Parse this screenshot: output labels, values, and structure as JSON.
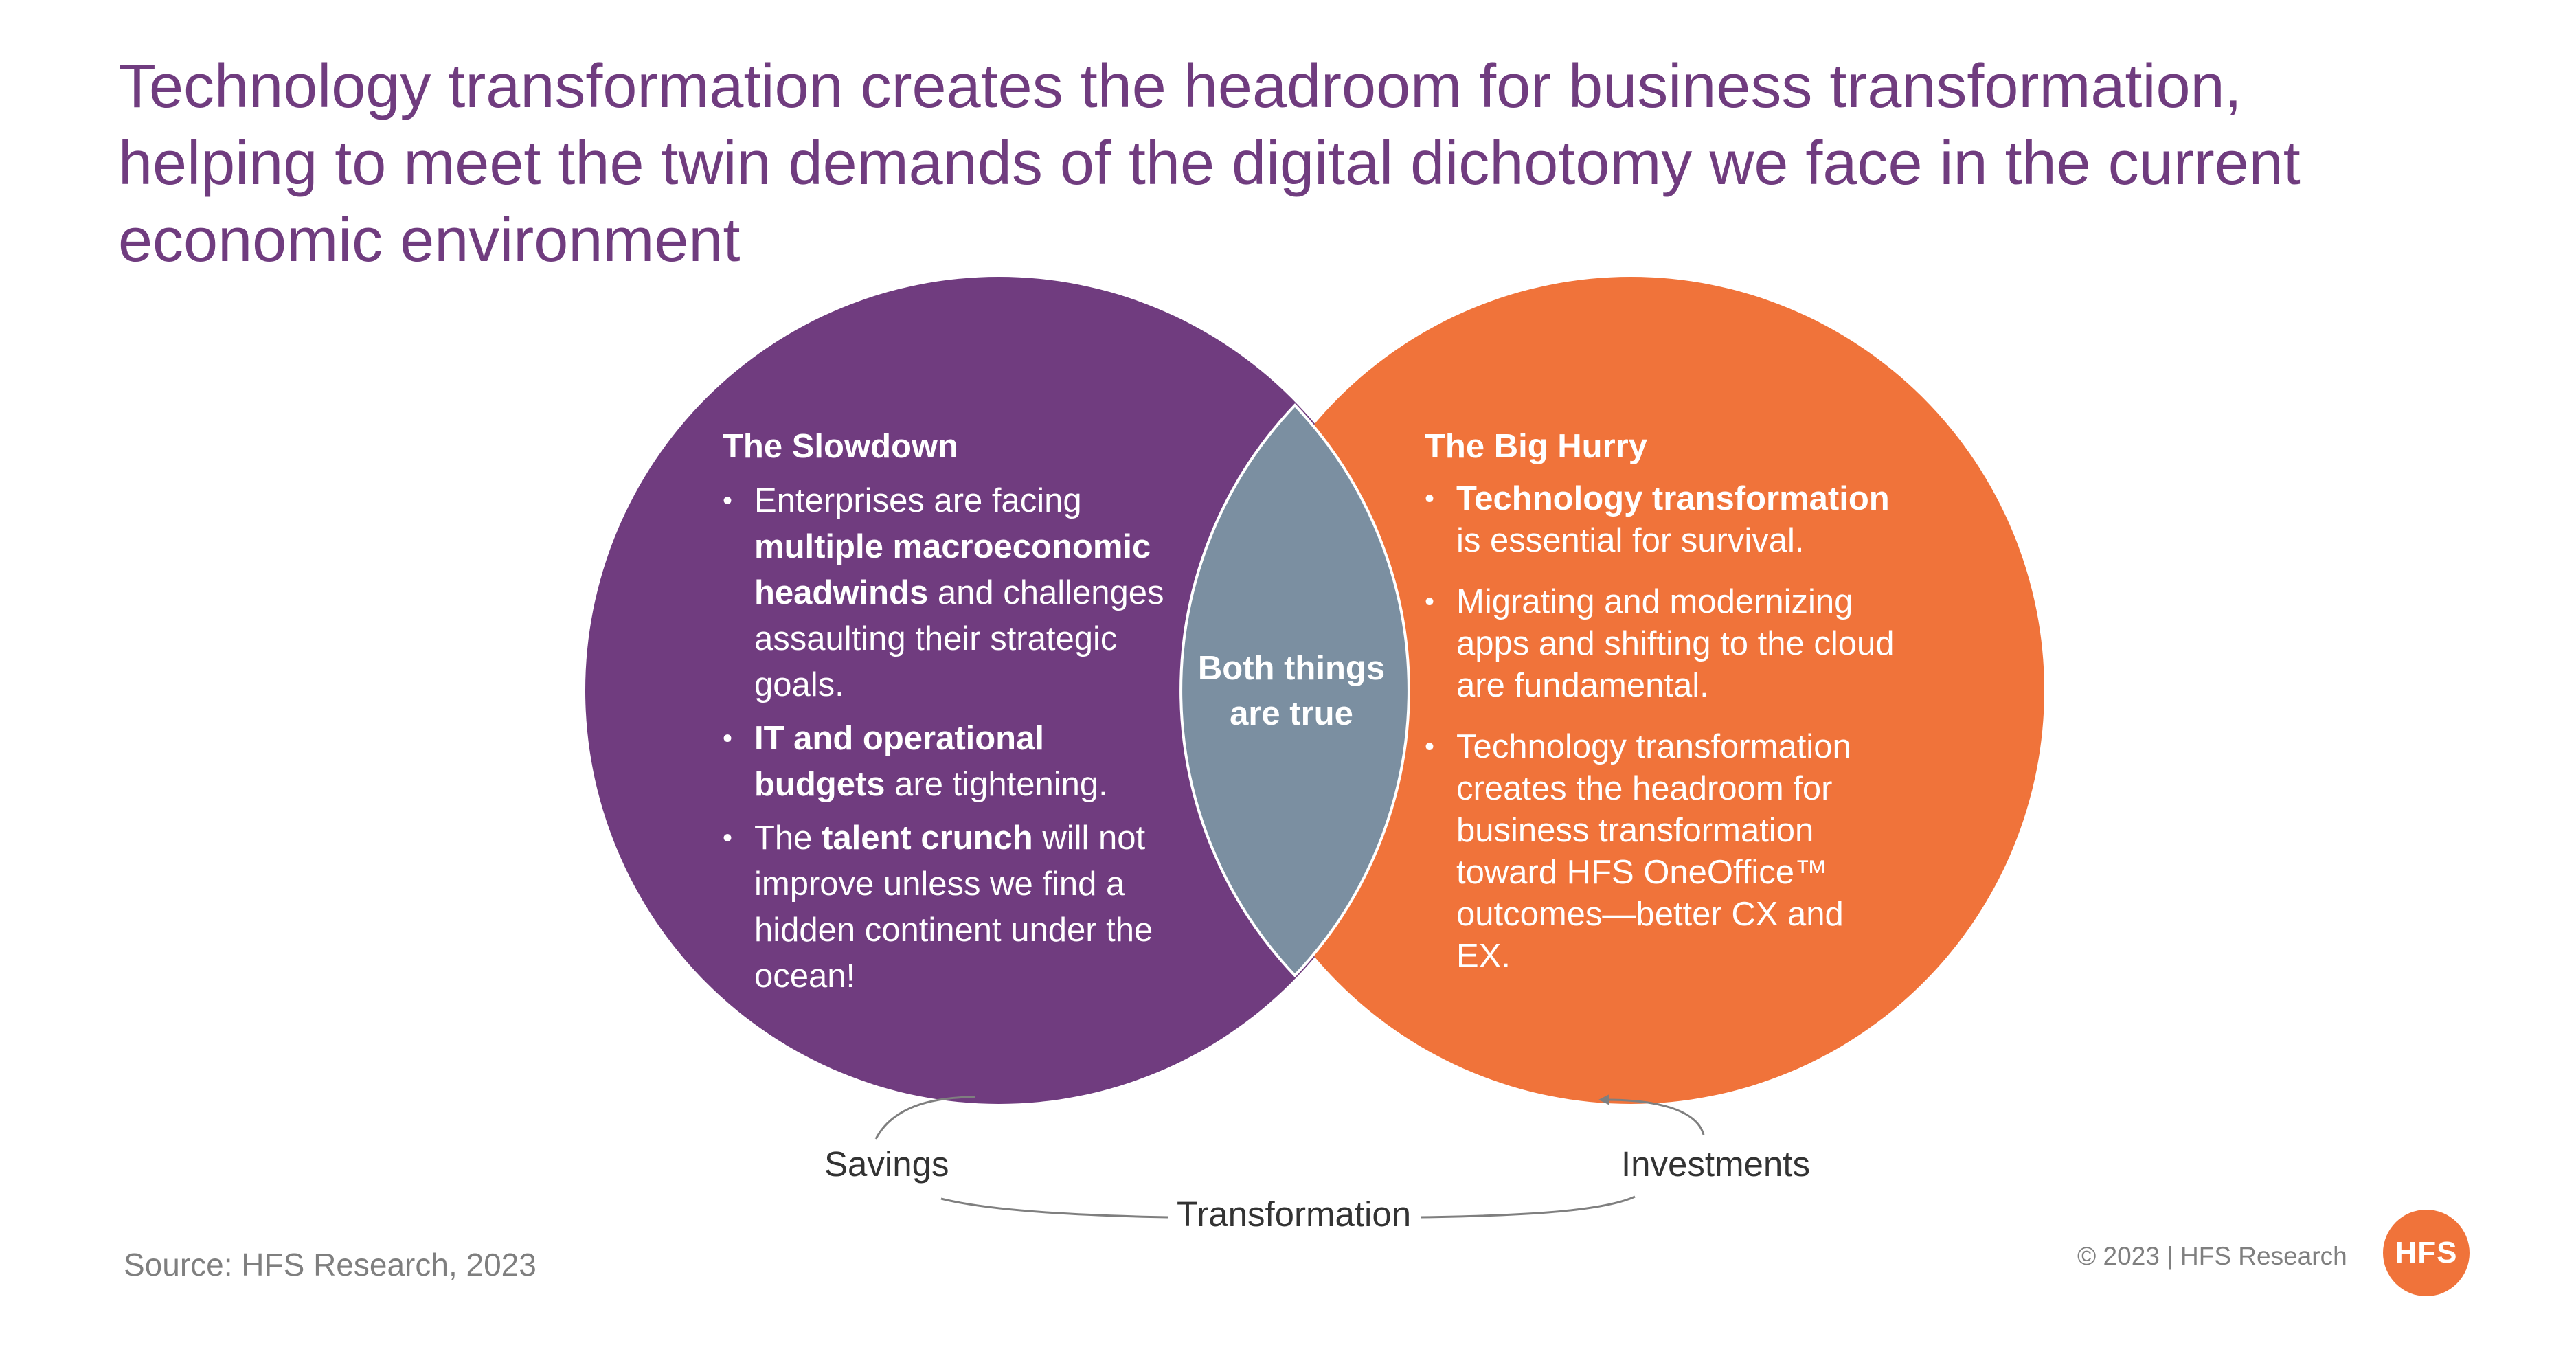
{
  "title": {
    "line1": "Technology transformation creates the headroom for business transformation,",
    "line2": "helping to meet the twin demands of the digital dichotomy we face in the current",
    "line3": "economic environment"
  },
  "colors": {
    "title": "#703c7f",
    "left_circle": "#703c7f",
    "right_circle": "#f0733a",
    "overlap": "#7b8fa1",
    "logo": "#f0733a"
  },
  "left": {
    "heading": "The Slowdown",
    "b1_pre": "Enterprises are facing ",
    "b1_bold": "multiple macroeconomic headwinds",
    "b1_post": " and challenges assaulting their strategic goals.",
    "b2_bold": "IT and operational budgets",
    "b2_post": " are tightening.",
    "b3_pre": "The ",
    "b3_bold": "talent crunch",
    "b3_post": " will not improve unless we find a hidden continent under the ocean!"
  },
  "right": {
    "heading": "The Big Hurry",
    "b1_bold": "Technology transformation",
    "b1_post": " is essential for survival.",
    "b2": "Migrating and modernizing apps and shifting to the cloud are fundamental.",
    "b3": "Technology transformation creates the headroom for business transformation toward HFS OneOffice™ outcomes—better CX and EX."
  },
  "overlap": {
    "line1": "Both things",
    "line2": "are true"
  },
  "flow": {
    "savings": "Savings",
    "investments": "Investments",
    "transformation": "Transformation"
  },
  "source": "Source: HFS Research, 2023",
  "copyright": "© 2023 | HFS Research",
  "logo": "HFS"
}
